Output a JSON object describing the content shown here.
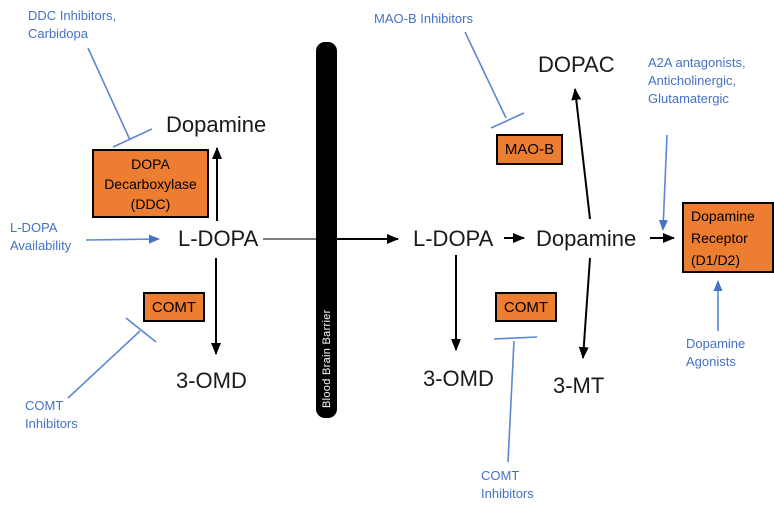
{
  "colors": {
    "box_fill": "#ED7D31",
    "box_border": "#000000",
    "annotation_blue": "#4472C4",
    "line_blue": "#5B87D6",
    "arrow_black": "#000000",
    "barrier_fill": "#000000",
    "barrier_text": "#FFFFFF"
  },
  "barrier": {
    "label": "Blood Brain Barrier"
  },
  "nodes": {
    "dopamine_left": "Dopamine",
    "ldopa_left": "L-DOPA",
    "omd_left": "3-OMD",
    "ldopa_right": "L-DOPA",
    "dopamine_right": "Dopamine",
    "dopac": "DOPAC",
    "omd_right": "3-OMD",
    "mt": "3-MT"
  },
  "boxes": {
    "ddc": {
      "l1": "DOPA",
      "l2": "Decarboxylase",
      "l3": "(DDC)"
    },
    "comt_left": "COMT",
    "maob": "MAO-B",
    "comt_right": "COMT",
    "receptor": {
      "l1": "Dopamine",
      "l2": "Receptor",
      "l3": "(D1/D2)"
    }
  },
  "annotations": {
    "ddc_inhibitors": {
      "l1": "DDC Inhibitors,",
      "l2": "Carbidopa"
    },
    "ldopa_availability": {
      "l1": "L-DOPA",
      "l2": "Availability"
    },
    "comt_inhibitors_left": {
      "l1": "COMT",
      "l2": "Inhibitors"
    },
    "maob_inhibitors": "MAO-B Inhibitors",
    "a2a": {
      "l1": "A2A antagonists,",
      "l2": "Anticholinergic,",
      "l3": "Glutamatergic"
    },
    "dopamine_agonists": {
      "l1": "Dopamine",
      "l2": "Agonists"
    },
    "comt_inhibitors_right": {
      "l1": "COMT",
      "l2": "Inhibitors"
    }
  }
}
